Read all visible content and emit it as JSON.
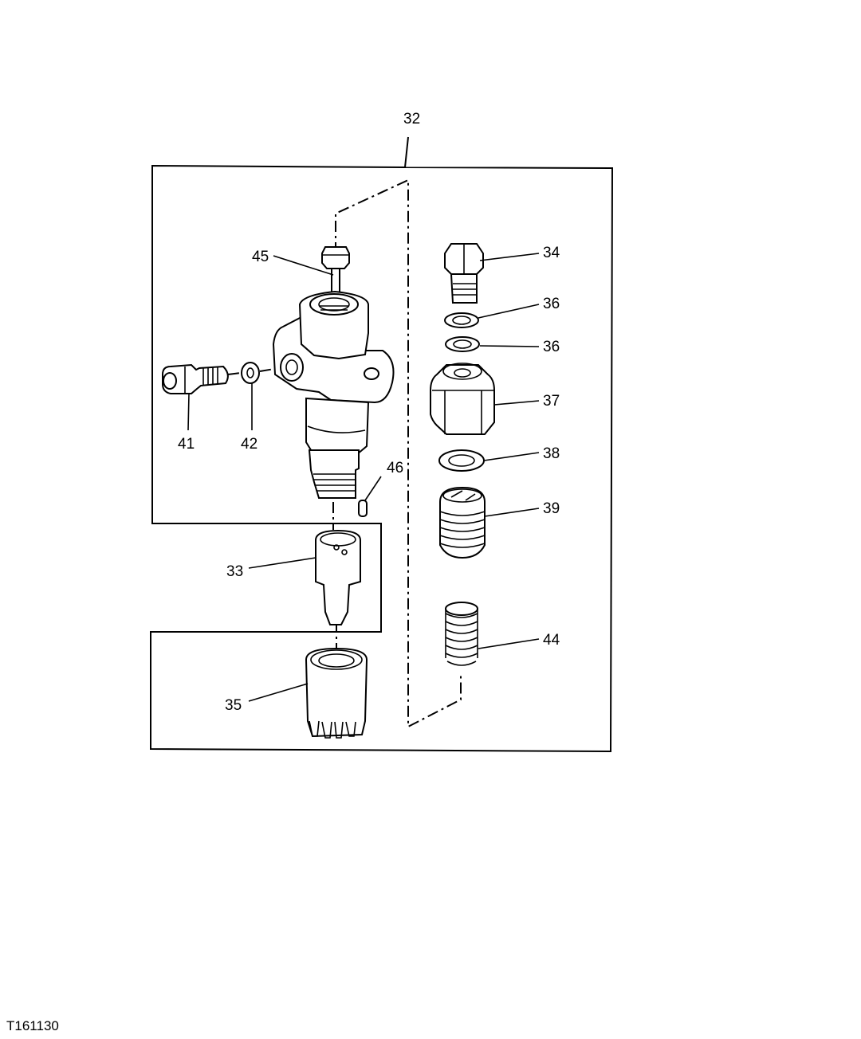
{
  "figure_id": "T161130",
  "callouts": {
    "c32": "32",
    "c34": "34",
    "c36a": "36",
    "c36b": "36",
    "c37": "37",
    "c38": "38",
    "c39": "39",
    "c44": "44",
    "c45": "45",
    "c46": "46",
    "c41": "41",
    "c42": "42",
    "c33": "33",
    "c35": "35"
  }
}
